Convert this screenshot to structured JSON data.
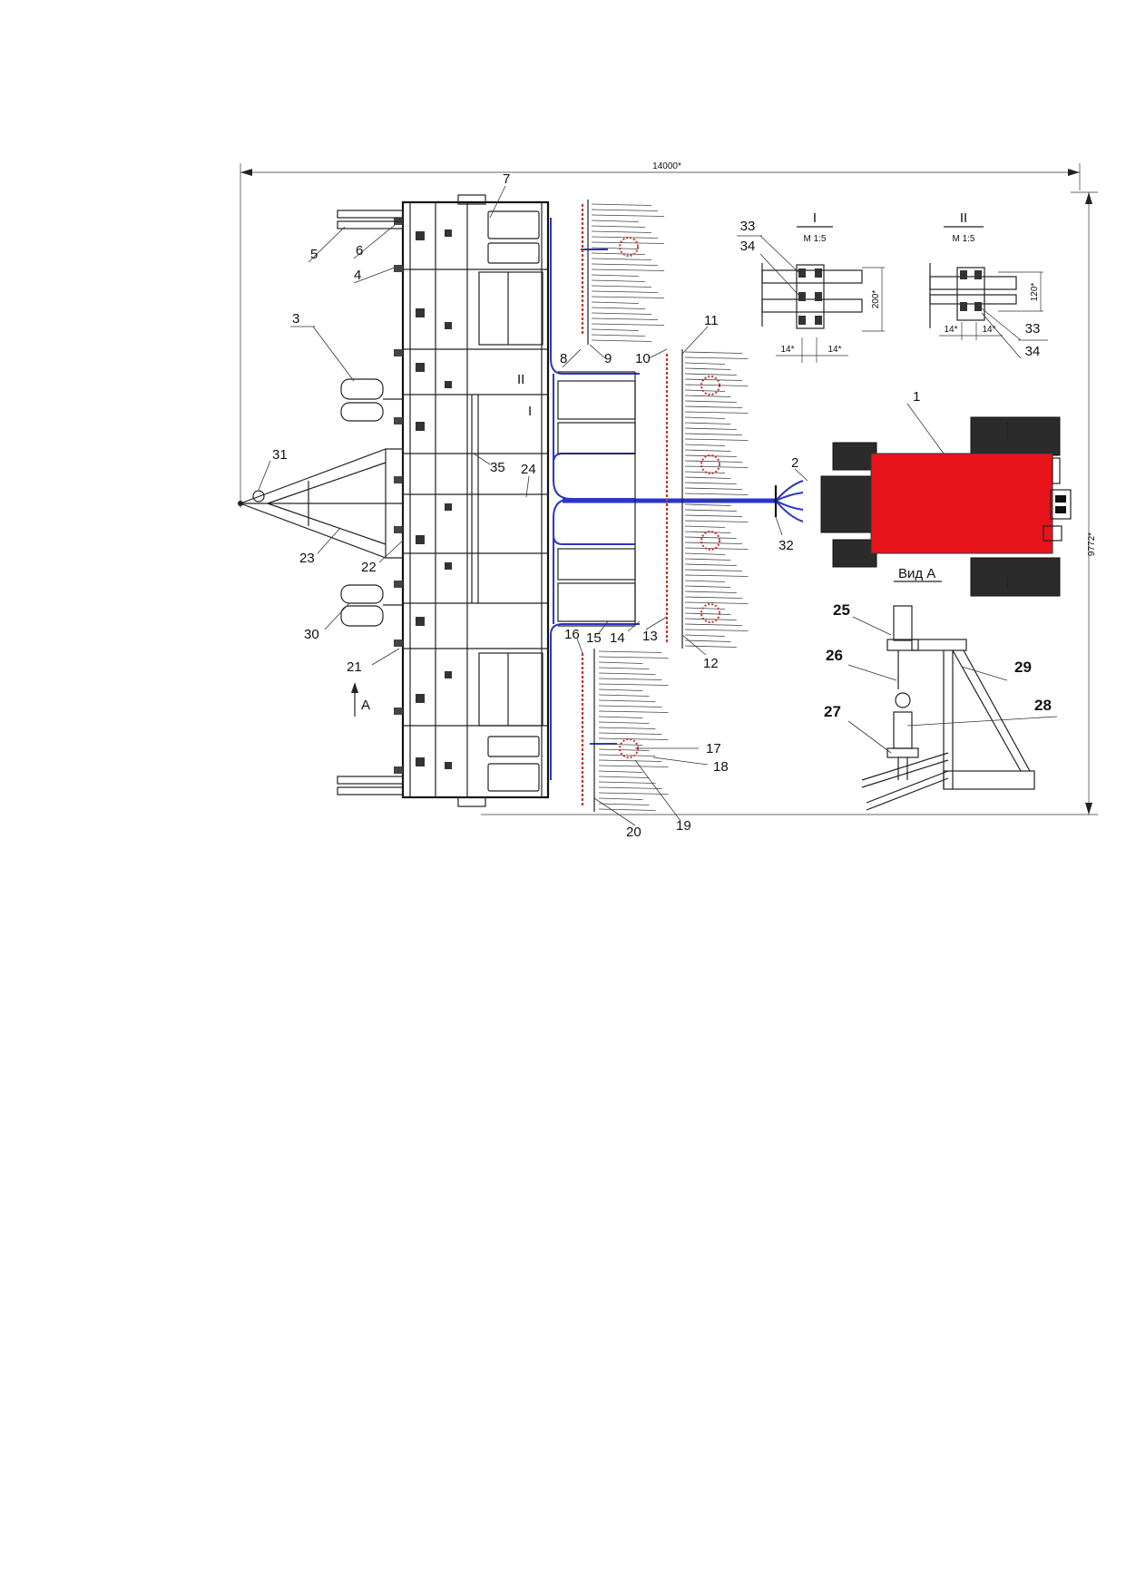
{
  "dimensions": {
    "overall_width": "14000*",
    "overall_height": "9772*",
    "detail_hole_pitch_1": "200*",
    "detail_hole_pitch_2": "120*",
    "detail_offset": "14*"
  },
  "views": {
    "detail_I_numeral": "I",
    "detail_I_scale": "М 1:5",
    "detail_II_numeral": "II",
    "detail_II_scale": "М 1:5",
    "view_a_label": "Вид А",
    "arrow_a_label": "А"
  },
  "callouts": {
    "c1": "1",
    "c2": "2",
    "c3": "3",
    "c4": "4",
    "c5": "5",
    "c6": "6",
    "c7": "7",
    "c8": "8",
    "c9": "9",
    "c10": "10",
    "c11": "11",
    "c12": "12",
    "c13": "13",
    "c14": "14",
    "c15": "15",
    "c16": "16",
    "c17": "17",
    "c18": "18",
    "c19": "19",
    "c20": "20",
    "c21": "21",
    "c22": "22",
    "c23": "23",
    "c24": "24",
    "c25": "25",
    "c26": "26",
    "c27": "27",
    "c28": "28",
    "c29": "29",
    "c30": "30",
    "c31": "31",
    "c32": "32",
    "c33": "33",
    "c34": "34",
    "c35": "35",
    "section_I_mark": "I",
    "section_II_mark": "II"
  },
  "colors": {
    "tractor_body": "#e8141b",
    "hydraulic_lines": "#2a36c8",
    "red_marker_lines": "#c0392b",
    "line_art": "#222222"
  }
}
